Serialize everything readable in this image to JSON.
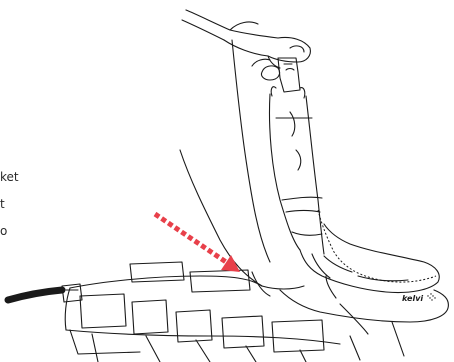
{
  "captions": {
    "line1": "ket",
    "line2": "t",
    "line3": "o"
  },
  "brand": {
    "logo_text": "kelvi"
  },
  "colors": {
    "stroke": "#1a1a1a",
    "arrow": "#e8404a",
    "background": "#ffffff",
    "cord": "#1a1a1a"
  },
  "icons": {
    "arrow": "dashed-arrow-icon"
  }
}
